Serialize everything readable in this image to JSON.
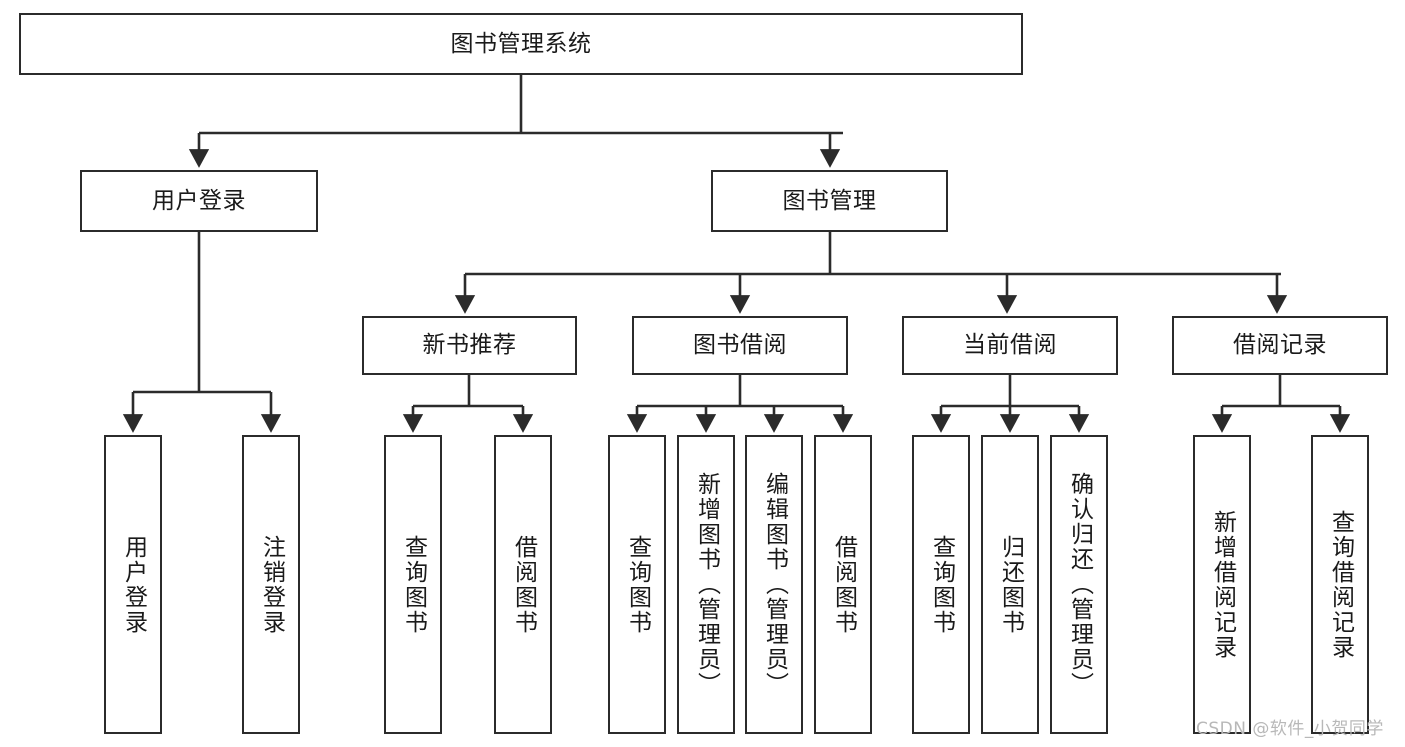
{
  "diagram": {
    "type": "tree-hierarchy",
    "title": "图书管理系统",
    "orientation": "top-down",
    "colors": {
      "stroke": "#2b2b2b",
      "fill": "#ffffff",
      "text": "#1a1a1a",
      "watermark": "#b8b8b8",
      "background": "#ffffff"
    }
  },
  "nodes": {
    "root": {
      "label": "图书管理系统"
    },
    "level1": [
      {
        "label": "用户登录"
      },
      {
        "label": "图书管理"
      }
    ],
    "level2": [
      {
        "label": "新书推荐"
      },
      {
        "label": "图书借阅"
      },
      {
        "label": "当前借阅"
      },
      {
        "label": "借阅记录"
      }
    ],
    "leaves": {
      "user_login": [
        {
          "label": "用户登录"
        },
        {
          "label": "注销登录"
        }
      ],
      "new_book_recommend": [
        {
          "label": "查询图书"
        },
        {
          "label": "借阅图书"
        }
      ],
      "book_borrow": [
        {
          "label": "查询图书"
        },
        {
          "label": "新增图书（管理员）"
        },
        {
          "label": "编辑图书（管理员）"
        },
        {
          "label": "借阅图书"
        }
      ],
      "current_borrow": [
        {
          "label": "查询图书"
        },
        {
          "label": "归还图书"
        },
        {
          "label": "确认归还（管理员）"
        }
      ],
      "borrow_record": [
        {
          "label": "新增借阅记录"
        },
        {
          "label": "查询借阅记录"
        }
      ]
    }
  },
  "watermark": {
    "text": "CSDN @软件_小贺同学"
  }
}
